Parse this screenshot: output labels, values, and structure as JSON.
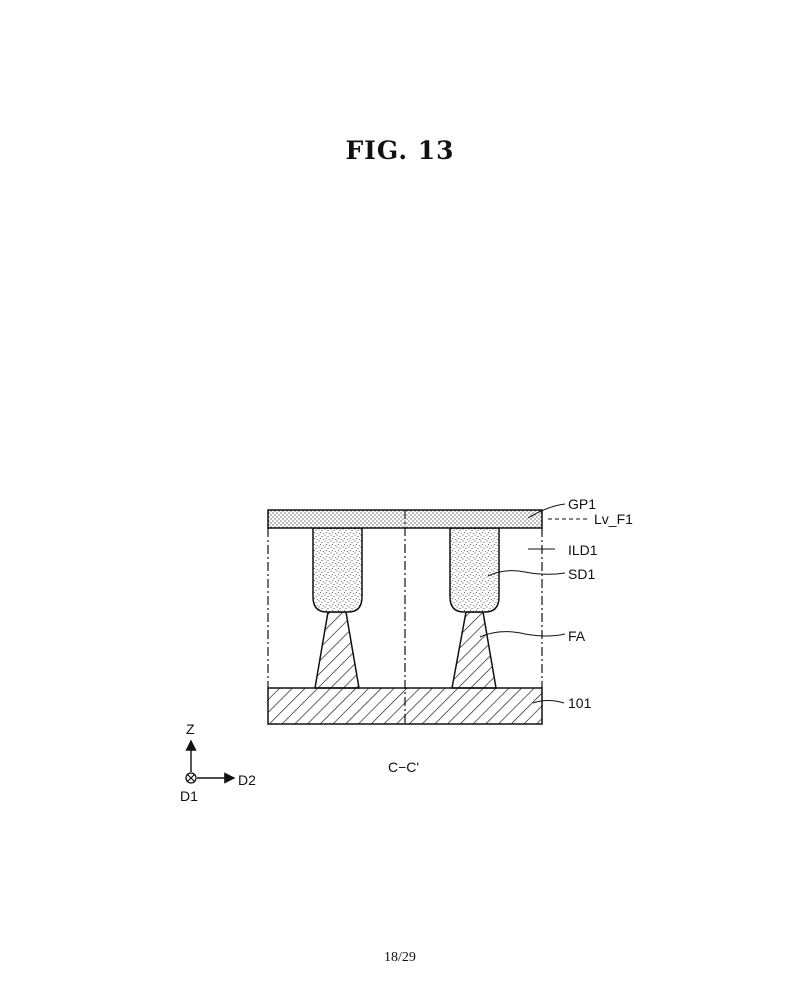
{
  "figure": {
    "title": "FIG. 13",
    "section_label": "C−C'",
    "page_number": "18/29"
  },
  "labels": {
    "gp1": "GP1",
    "lv_f1": "Lv_F1",
    "ild1": "ILD1",
    "sd1": "SD1",
    "fa": "FA",
    "substrate": "101"
  },
  "axes": {
    "z": "Z",
    "d1": "D1",
    "d2": "D2"
  }
}
